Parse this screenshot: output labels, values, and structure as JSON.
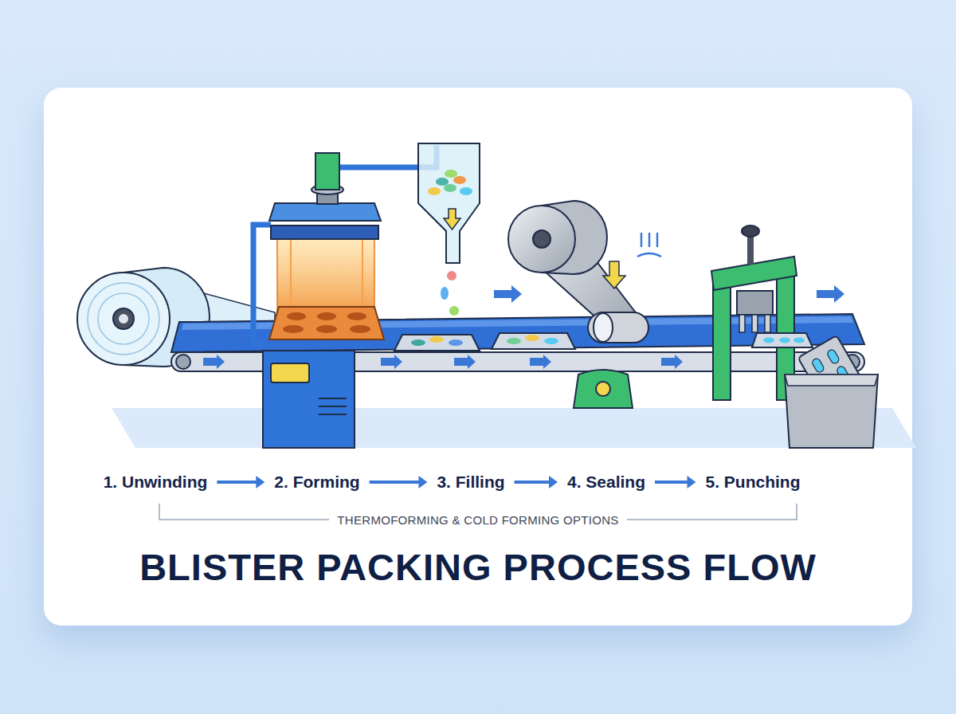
{
  "diagram": {
    "title": "BLISTER PACKING PROCESS FLOW",
    "nodes": [
      {
        "text": [
          "1. Unwinding"
        ]
      },
      {
        "text": [
          "2. Forming"
        ]
      },
      {
        "text": [
          "3. Filling"
        ]
      },
      {
        "text": [
          "4. Sealing"
        ]
      },
      {
        "text": [
          "5. Punching"
        ]
      }
    ],
    "edges": [
      {
        "from": 0,
        "to": 1,
        "arrow": "to"
      },
      {
        "from": 1,
        "to": 2,
        "arrow": "to"
      },
      {
        "from": 2,
        "to": 3,
        "arrow": "to"
      },
      {
        "from": 3,
        "to": 4,
        "arrow": "to"
      }
    ],
    "labels": [
      "THERMOFORMING & COLD FORMING OPTIONS"
    ]
  }
}
